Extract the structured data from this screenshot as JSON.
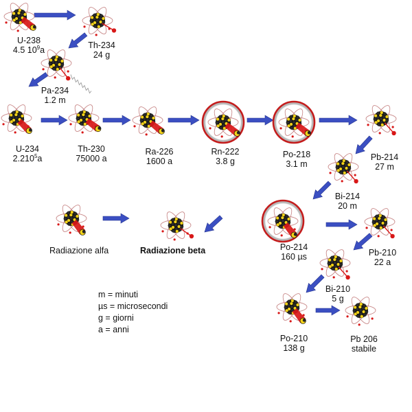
{
  "nuclides": [
    {
      "id": "u238",
      "name": "U-238",
      "half_life": "4.5 10",
      "half_life_exp": "9",
      "half_life_unit": "a",
      "decay": "alpha"
    },
    {
      "id": "th234",
      "name": "Th-234",
      "half_life": "24 g",
      "decay": "beta"
    },
    {
      "id": "pa234",
      "name": "Pa-234",
      "half_life": "1.2 m",
      "decay": "beta"
    },
    {
      "id": "u234",
      "name": "U-234",
      "half_life": "2.210",
      "half_life_exp": "5",
      "half_life_unit": "a",
      "decay": "alpha"
    },
    {
      "id": "th230",
      "name": "Th-230",
      "half_life": "75000 a",
      "decay": "alpha"
    },
    {
      "id": "ra226",
      "name": "Ra-226",
      "half_life": "1600 a",
      "decay": "alpha"
    },
    {
      "id": "rn222",
      "name": "Rn-222",
      "half_life": "3.8 g",
      "decay": "alpha"
    },
    {
      "id": "po218",
      "name": "Po-218",
      "half_life": "3.1 m",
      "decay": "alpha"
    },
    {
      "id": "pb214",
      "name": "Pb-214",
      "half_life": "27 m",
      "decay": "beta"
    },
    {
      "id": "bi214",
      "name": "Bi-214",
      "half_life": "20 m",
      "decay": "beta"
    },
    {
      "id": "po214",
      "name": "Po-214",
      "half_life": "160 µs",
      "decay": "alpha"
    },
    {
      "id": "pb210",
      "name": "Pb-210",
      "half_life": "22 a",
      "decay": "beta"
    },
    {
      "id": "bi210",
      "name": "Bi-210",
      "half_life": "5 g",
      "decay": "beta"
    },
    {
      "id": "po210",
      "name": "Po-210",
      "half_life": "138 g",
      "decay": "alpha"
    },
    {
      "id": "pb206",
      "name": "Pb 206",
      "half_life": "stabile",
      "decay": "none"
    }
  ],
  "key": {
    "alpha_label": "Radiazione alfa",
    "beta_label": "Radiazione beta"
  },
  "legend": [
    "m = minuti",
    "µs = microsecondi",
    "g = giorni",
    "a = anni"
  ],
  "colors": {
    "arrow": "#3b4fc2",
    "nucleon_yellow": "#f2d21a",
    "nucleon_dark": "#1a1a1a",
    "alpha_ray": "#d81818",
    "orbit": "#c98a8a",
    "ring": "#c41c1c"
  }
}
